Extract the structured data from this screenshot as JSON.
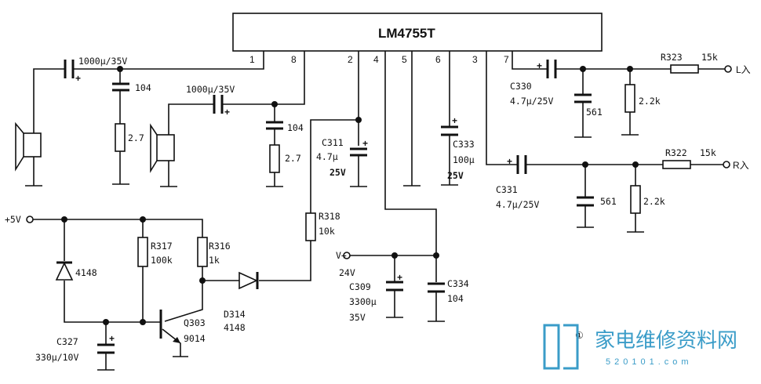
{
  "ic": {
    "name": "LM4755T",
    "pins": [
      "1",
      "8",
      "2",
      "4",
      "5",
      "6",
      "3",
      "7"
    ]
  },
  "left_out": {
    "cap": "1000μ/35V",
    "snub_cap": "104",
    "snub_res": "2.7"
  },
  "right_out": {
    "cap": "1000μ/35V",
    "snub_cap": "104",
    "snub_res": "2.7"
  },
  "c311": {
    "name": "C311",
    "value": "4.7μ",
    "voltage": "25V"
  },
  "c333": {
    "name": "C333",
    "value": "100μ",
    "voltage": "25V"
  },
  "c330": {
    "name": "C330",
    "value": "4.7μ/25V"
  },
  "c331": {
    "name": "C331",
    "value": "4.7μ/25V"
  },
  "l_in": {
    "res_name": "R323",
    "res_value": "15k",
    "cap": "561",
    "shunt": "2.2k",
    "label": "L入"
  },
  "r_in": {
    "res_name": "R322",
    "res_value": "15k",
    "cap": "561",
    "shunt": "2.2k",
    "label": "R入"
  },
  "supply": {
    "label": "V+",
    "voltage": "24V",
    "c309_name": "C309",
    "c309_value": "3300μ",
    "c309_voltage": "35V",
    "c334_name": "C334",
    "c334_value": "104"
  },
  "mute": {
    "vcc": "+5V",
    "diode": "4148",
    "r317_name": "R317",
    "r317_value": "100k",
    "r316_name": "R316",
    "r316_value": "1k",
    "r318_name": "R318",
    "r318_value": "10k",
    "d314_name": "D314",
    "d314_value": "4148",
    "q303_name": "Q303",
    "q303_value": "9014",
    "c327_name": "C327",
    "c327_value": "330μ/10V"
  },
  "badge": "①",
  "logo": {
    "text": "家电维修资料网",
    "url": "520101.com"
  }
}
